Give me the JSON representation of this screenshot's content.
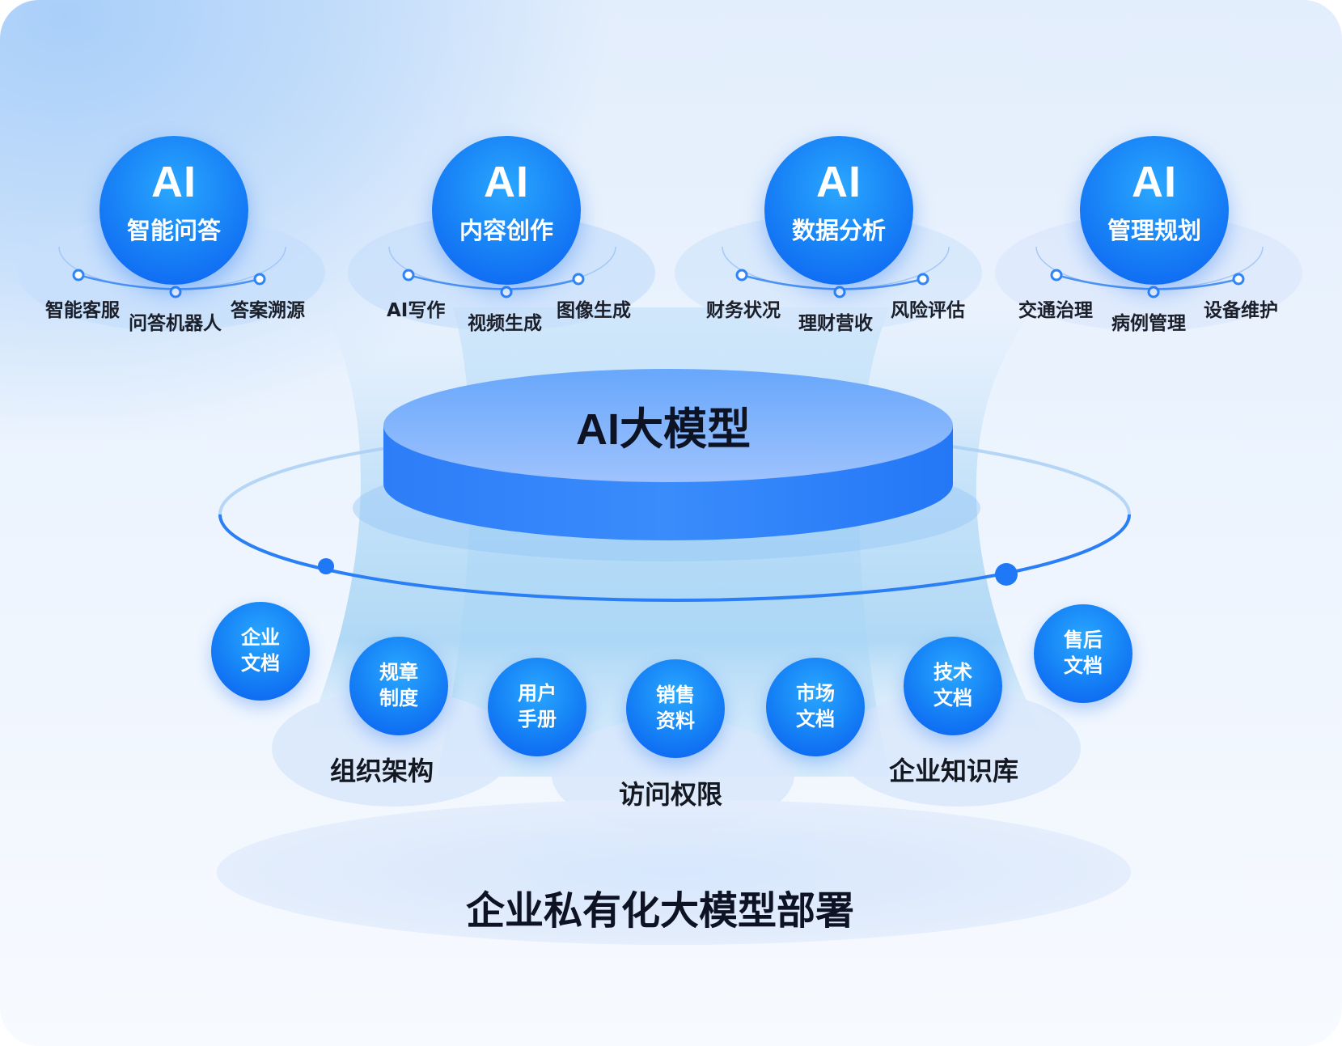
{
  "top_apps": [
    {
      "ai": "AI",
      "title": "智能问答",
      "subs": [
        "智能客服",
        "问答机器人",
        "答案溯源"
      ]
    },
    {
      "ai": "AI",
      "title": "内容创作",
      "subs": [
        "AI写作",
        "视频生成",
        "图像生成"
      ]
    },
    {
      "ai": "AI",
      "title": "数据分析",
      "subs": [
        "财务状况",
        "理财营收",
        "风险评估"
      ]
    },
    {
      "ai": "AI",
      "title": "管理规划",
      "subs": [
        "交通治理",
        "病例管理",
        "设备维护"
      ]
    }
  ],
  "model": {
    "title": "AI大模型"
  },
  "knowledge": [
    {
      "line1": "企业",
      "line2": "文档"
    },
    {
      "line1": "规章",
      "line2": "制度"
    },
    {
      "line1": "用户",
      "line2": "手册"
    },
    {
      "line1": "销售",
      "line2": "资料"
    },
    {
      "line1": "市场",
      "line2": "文档"
    },
    {
      "line1": "技术",
      "line2": "文档"
    },
    {
      "line1": "售后",
      "line2": "文档"
    }
  ],
  "groups": [
    "组织架构",
    "访问权限",
    "企业知识库"
  ],
  "base": {
    "title": "企业私有化大模型部署"
  },
  "colors": {
    "primary": "#1683f6",
    "deep": "#0a5ef0",
    "light": "#2aa7ff"
  }
}
